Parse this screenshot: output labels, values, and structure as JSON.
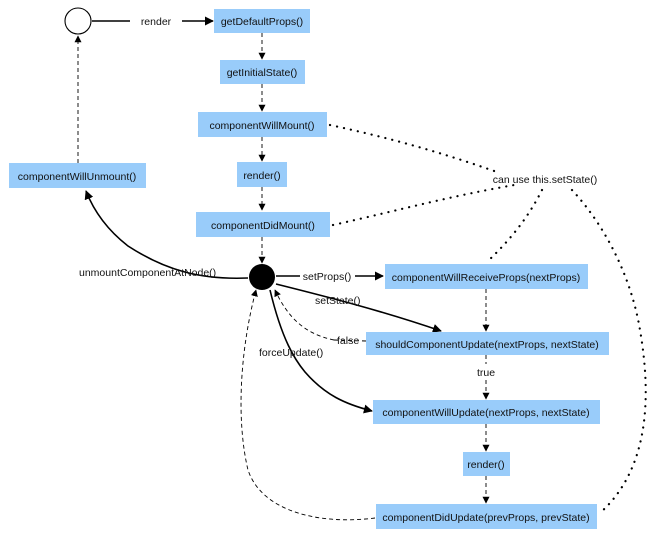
{
  "nodes": {
    "get_default_props": "getDefaultProps()",
    "get_initial_state": "getInitialState()",
    "component_will_mount": "componentWillMount()",
    "render_1": "render()",
    "component_did_mount": "componentDidMount()",
    "component_will_unmount": "componentWillUnmount()",
    "component_will_receive_props": "componentWillReceiveProps(nextProps)",
    "should_component_update": "shouldComponentUpdate(nextProps, nextState)",
    "component_will_update": "componentWillUpdate(nextProps, nextState)",
    "render_2": "render()",
    "component_did_update": "componentDidUpdate(prevProps, prevState)"
  },
  "labels": {
    "render": "render",
    "can_use_set_state": "can use this.setState()",
    "unmount_component_at_node": "unmountComponentAtNode()",
    "set_props": "setProps()",
    "set_state": "setState()",
    "false": "false",
    "force_update": "forceUpdate()",
    "true": "true"
  }
}
